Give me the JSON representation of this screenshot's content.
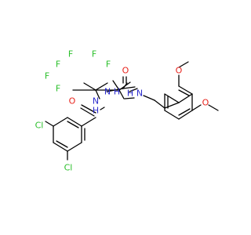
{
  "structure": {
    "colors": {
      "bond": "#000000",
      "carbon": "#000000",
      "nitrogen": "#2B2BCC",
      "oxygen": "#E8231C",
      "fluorine": "#2ABF2A",
      "chlorine": "#2ABF2A"
    },
    "labels": {
      "f1": "F",
      "f2": "F",
      "f3": "F",
      "f4": "F",
      "f5": "F",
      "f6": "F",
      "cl1": "Cl",
      "cl2": "Cl",
      "o1": "O",
      "o2": "O",
      "o3": "O",
      "o4": "O",
      "n1": "N",
      "n2": "N",
      "n3": "N",
      "h1": "H",
      "h2": "H",
      "h3": "H"
    }
  }
}
